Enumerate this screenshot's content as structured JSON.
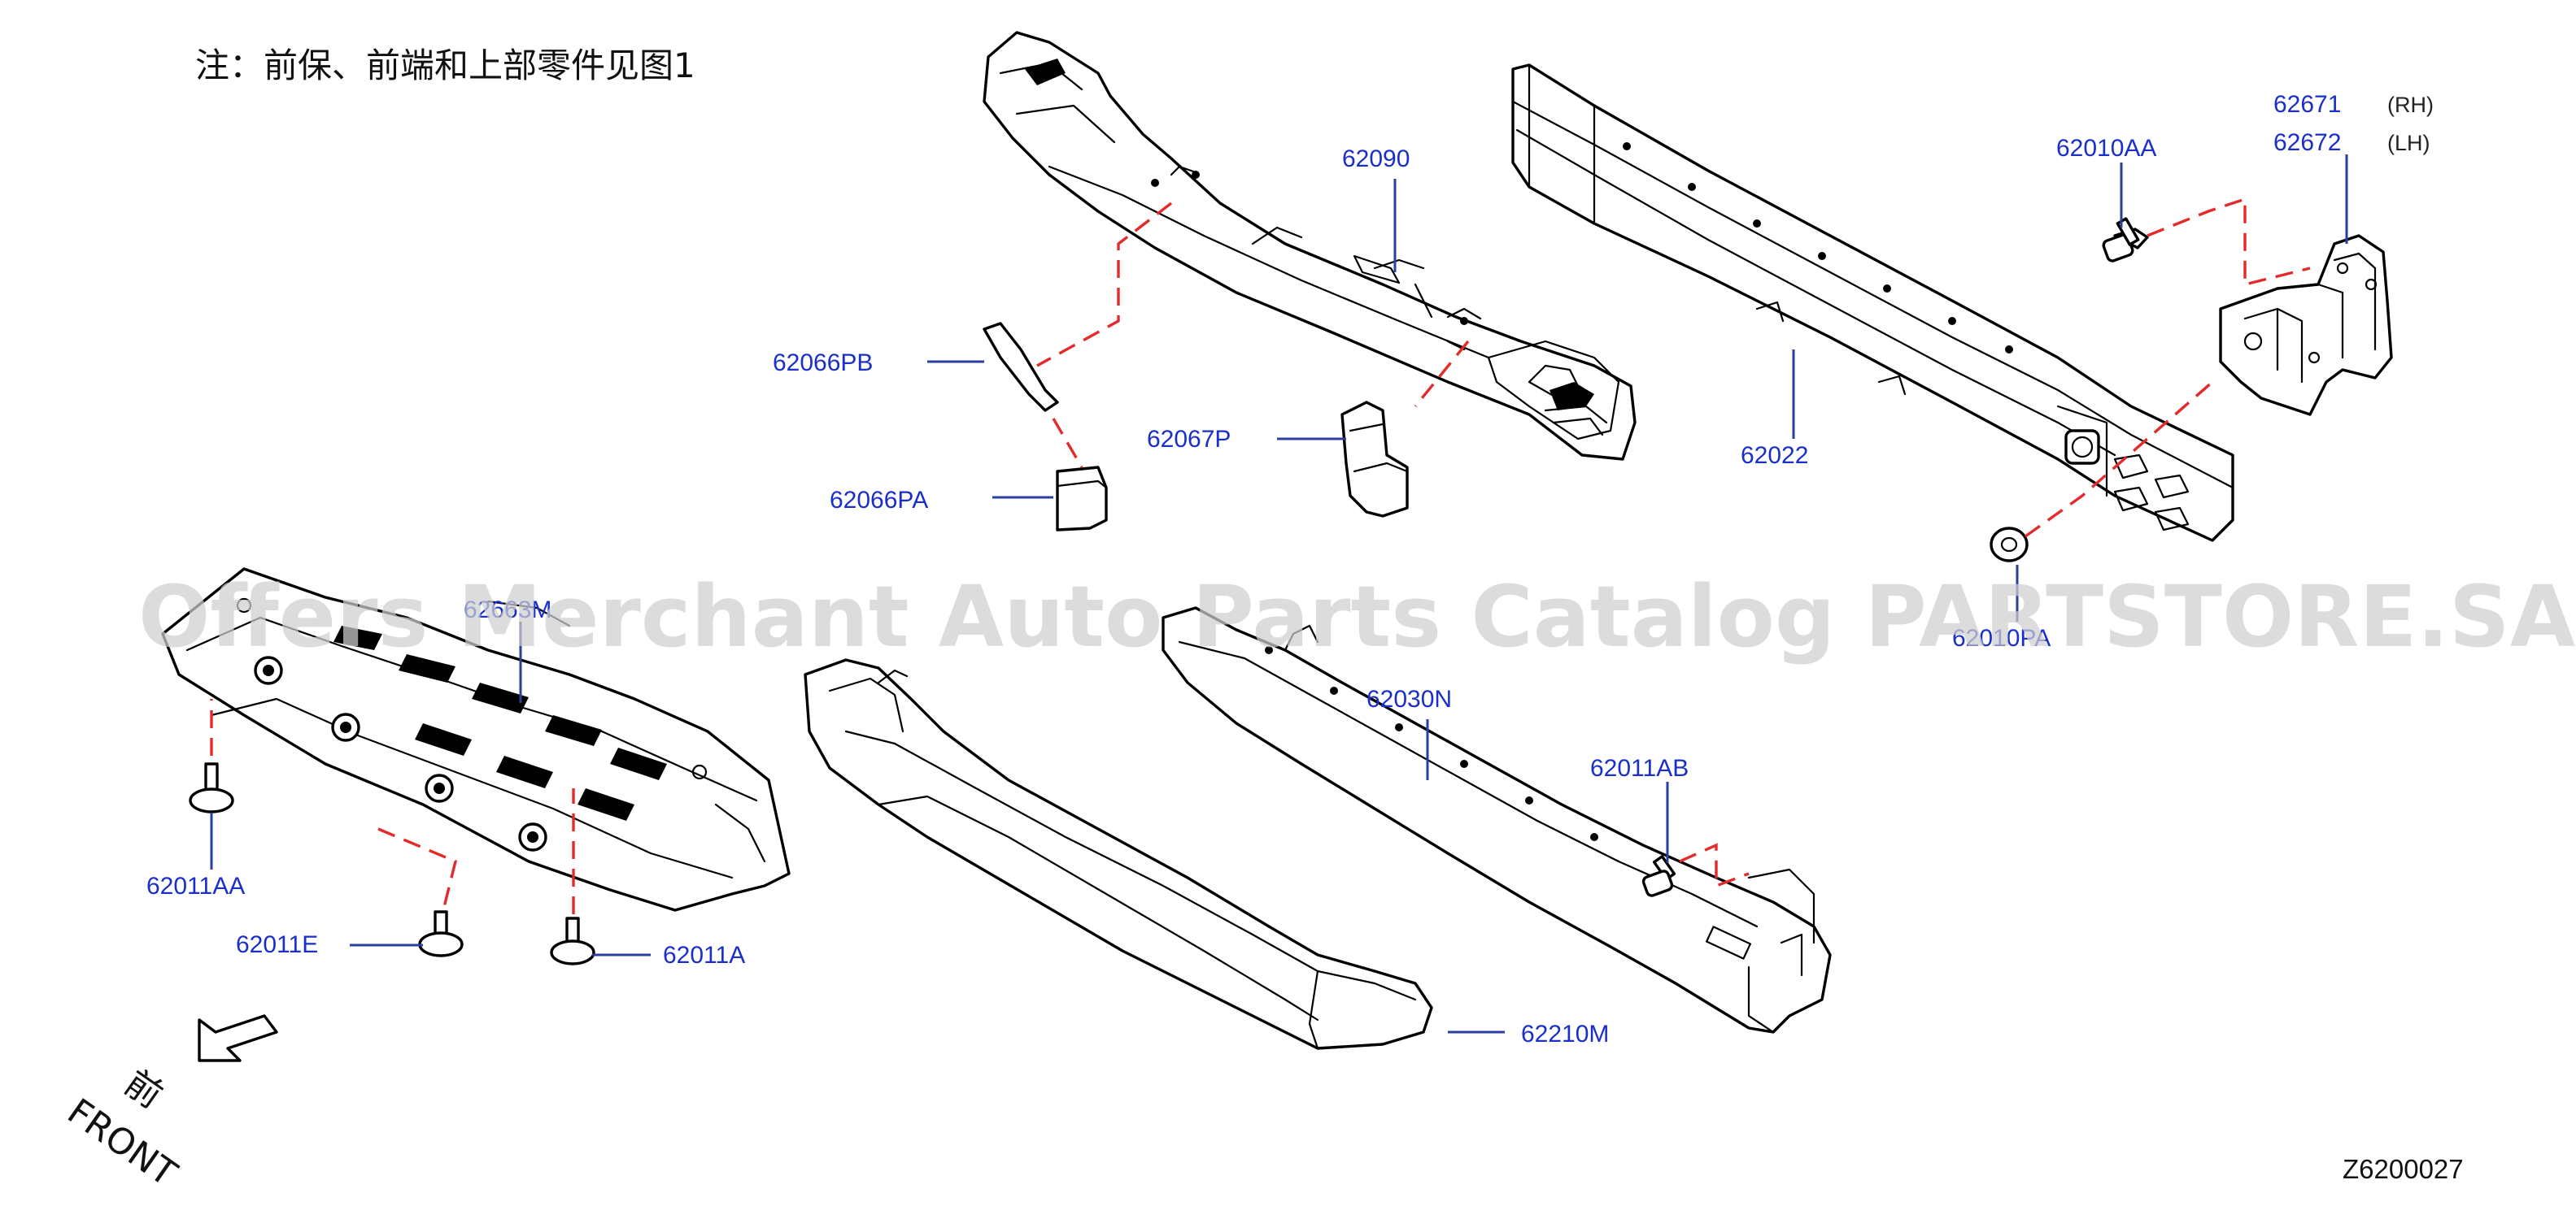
{
  "note": "注：前保、前端和上部零件见图1",
  "watermark": "Offers Merchant Auto Parts Catalog PARTSTORE.SA",
  "diagram_code": "Z6200027",
  "front_label": "FRONT",
  "front_label_cn": "前",
  "parts": {
    "p62090": "62090",
    "p62066PB": "62066PB",
    "p62066PA": "62066PA",
    "p62067P": "62067P",
    "p62022": "62022",
    "p62010AA": "62010AA",
    "p62671": "62671",
    "p62672": "62672",
    "rh": "(RH)",
    "lh": "(LH)",
    "p62010P": "62010PA",
    "p62663M": "62663M",
    "p62011AA": "62011AA",
    "p62011E": "62011E",
    "p62011A": "62011A",
    "p62030N": "62030N",
    "p62011AB": "62011AB",
    "p62210M": "62210M"
  },
  "colors": {
    "label": "#1a2fc8",
    "leader": "#2a3fa0",
    "dash": "#e32b2b",
    "watermark": "#cfcfcf"
  }
}
